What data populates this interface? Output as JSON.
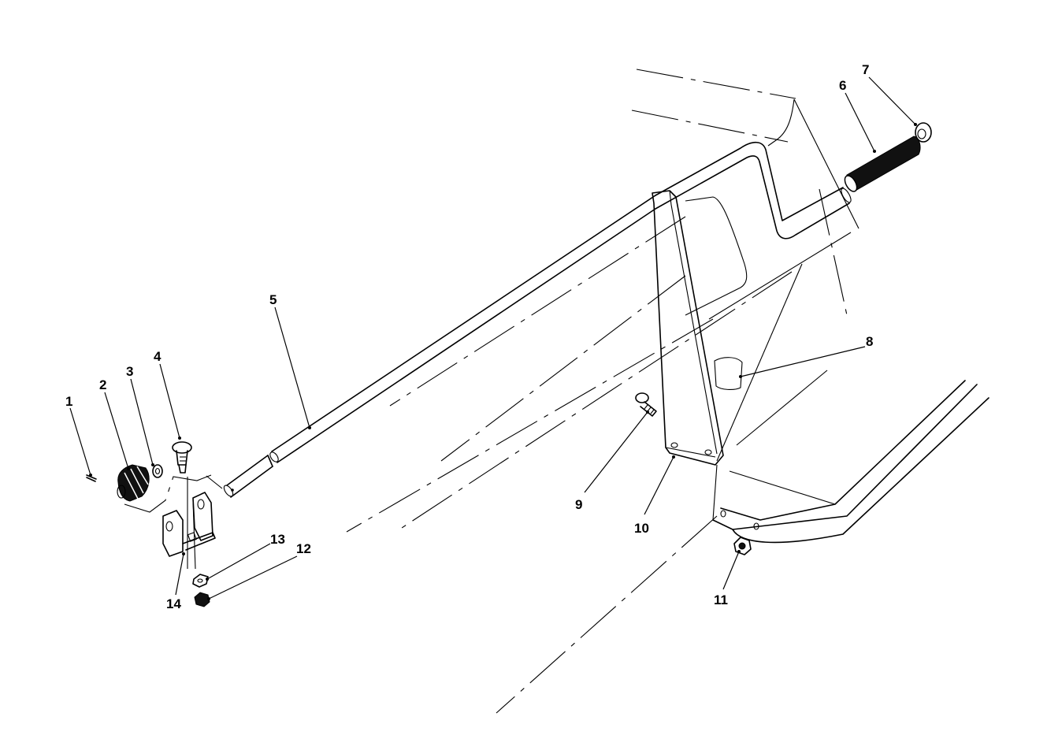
{
  "callouts": [
    {
      "id": "c1",
      "text": "1"
    },
    {
      "id": "c2",
      "text": "2"
    },
    {
      "id": "c3",
      "text": "3"
    },
    {
      "id": "c4",
      "text": "4"
    },
    {
      "id": "c5",
      "text": "5"
    },
    {
      "id": "c6",
      "text": "6"
    },
    {
      "id": "c7",
      "text": "7"
    },
    {
      "id": "c8",
      "text": "8"
    },
    {
      "id": "c9",
      "text": "9"
    },
    {
      "id": "c10",
      "text": "10"
    },
    {
      "id": "c11",
      "text": "11"
    },
    {
      "id": "c12",
      "text": "12"
    },
    {
      "id": "c13",
      "text": "13"
    },
    {
      "id": "c14",
      "text": "14"
    }
  ]
}
